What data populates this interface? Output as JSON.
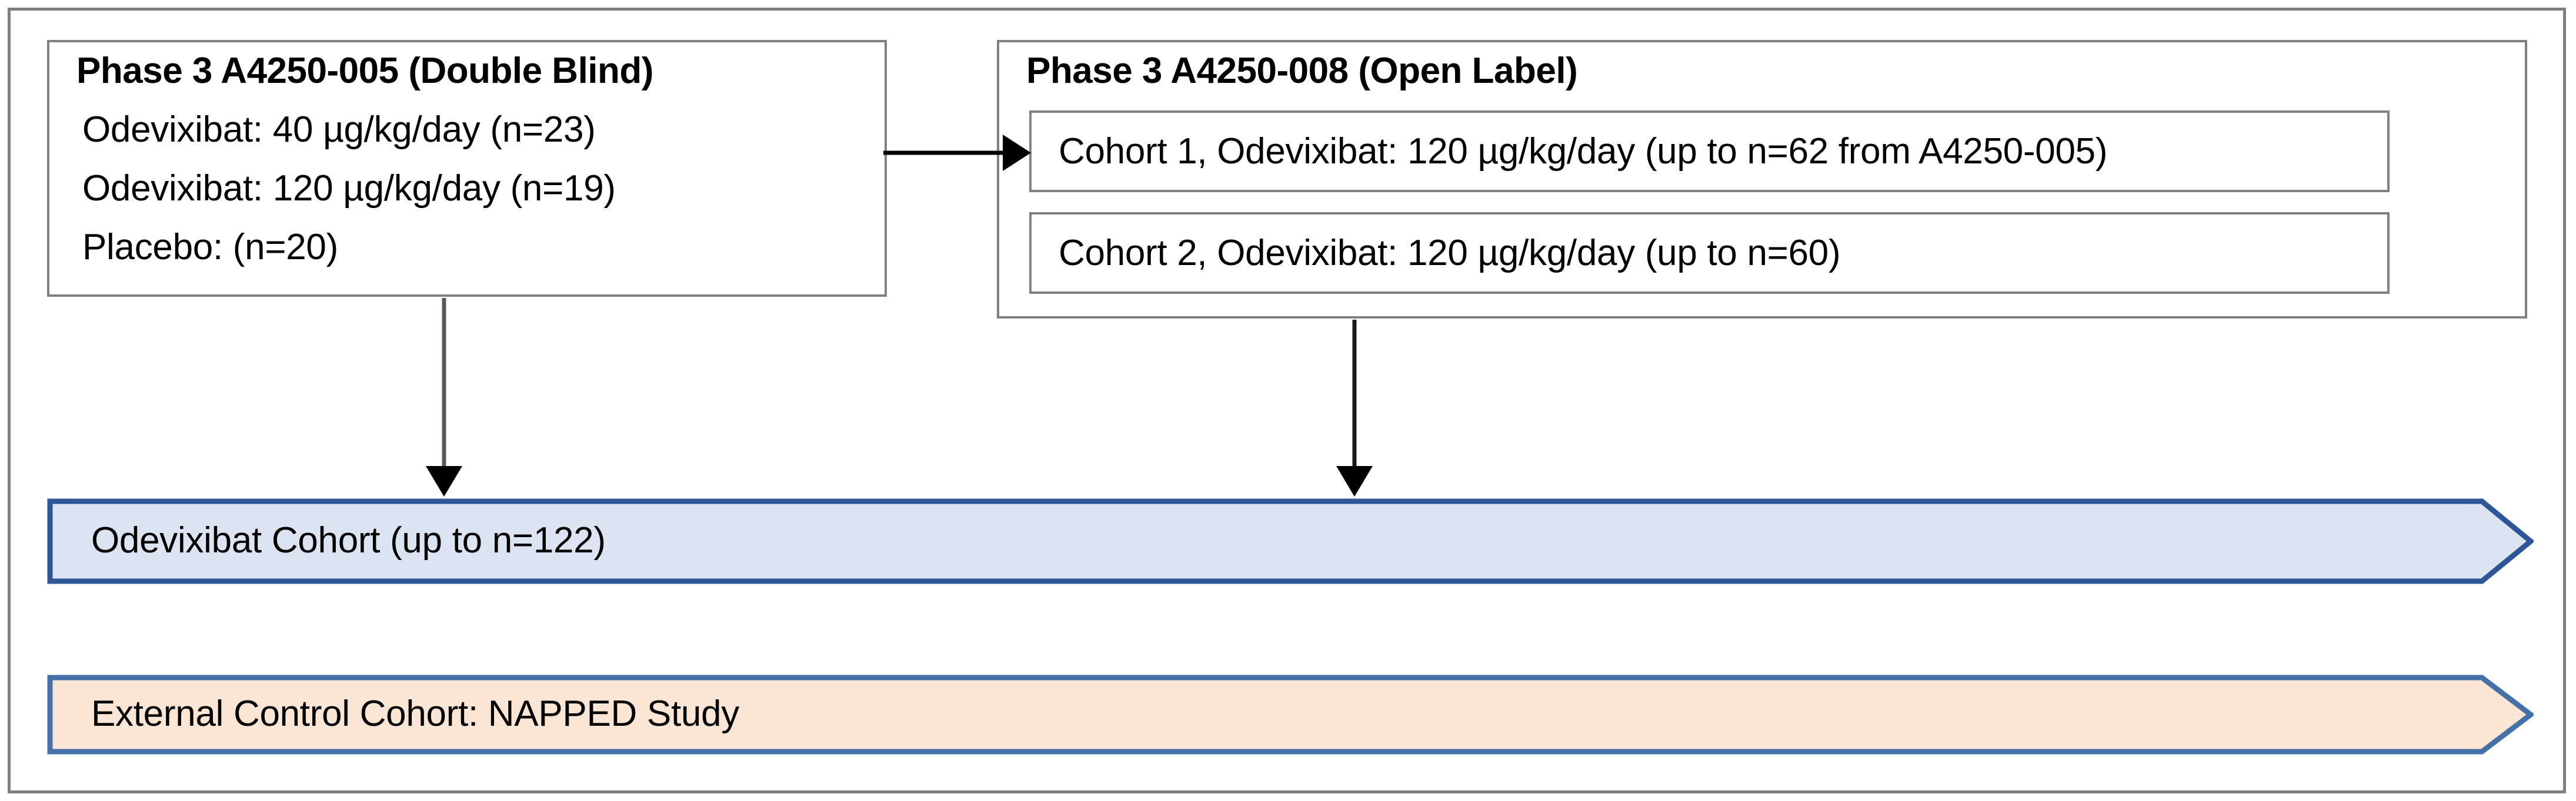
{
  "diagram": {
    "title_hidden": "",
    "study_design_flow": {
      "phase3_005": {
        "title": "Phase 3 A4250-005 (Double Blind)",
        "arms": [
          "Odevixibat:   40 µg/kg/day (n=23)",
          "Odevixibat: 120 µg/kg/day (n=19)",
          "Placebo: (n=20)"
        ]
      },
      "phase3_008": {
        "title": "Phase 3 A4250-008 (Open Label)",
        "cohorts": [
          "Cohort 1, Odevixibat: 120 µg/kg/day (up to n=62 from A4250-005)",
          "Cohort 2, Odevixibat: 120 µg/kg/day (up to n=60)"
        ]
      },
      "banners": [
        {
          "label": "Odevixibat Cohort (up to n=122)",
          "fill": "#DCE3F1",
          "stroke": "#2E5597"
        },
        {
          "label": "External Control Cohort: NAPPED Study",
          "fill": "#FBE5D5",
          "stroke": "#4472A8"
        }
      ],
      "connectors": [
        {
          "name": "005-to-cohort1",
          "direction": "right"
        },
        {
          "name": "005-to-odevixibat-cohort",
          "direction": "down"
        },
        {
          "name": "008-to-odevixibat-cohort",
          "direction": "down"
        }
      ]
    },
    "colors": {
      "frame_border": "#7F7F7F",
      "box_border": "#808080",
      "arrow": "#000000",
      "text": "#000000",
      "background": "#FFFFFF"
    }
  }
}
